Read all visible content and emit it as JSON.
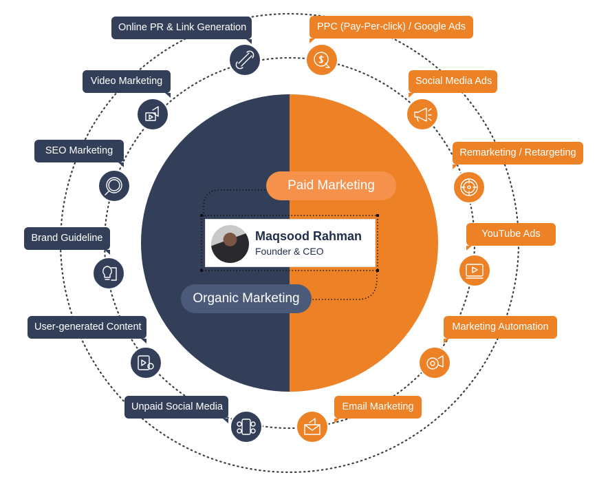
{
  "colors": {
    "navy": "#333f58",
    "orange": "#ec8126",
    "paid_pill": "#f6914b",
    "organic_pill": "#4a5a78"
  },
  "center": {
    "name": "Maqsood Rahman",
    "role": "Founder & CEO",
    "paid_label": "Paid Marketing",
    "organic_label": "Organic Marketing"
  },
  "organic": [
    {
      "label": "Online PR & Link Generation",
      "icon": "link-icon"
    },
    {
      "label": "Video Marketing",
      "icon": "video-megaphone-icon"
    },
    {
      "label": "SEO Marketing",
      "icon": "seo-magnifier-icon"
    },
    {
      "label": "Brand Guideline",
      "icon": "lightbulb-document-icon"
    },
    {
      "label": "User-generated Content",
      "icon": "content-tablet-icon"
    },
    {
      "label": "Unpaid Social Media",
      "icon": "smartphone-social-icon"
    }
  ],
  "paid": [
    {
      "label": "PPC (Pay-Per-click) / Google Ads",
      "icon": "dollar-click-icon"
    },
    {
      "label": "Social Media Ads",
      "icon": "megaphone-icon"
    },
    {
      "label": "Remarketing / Retargeting",
      "icon": "target-icon"
    },
    {
      "label": "YouTube Ads",
      "icon": "video-player-icon"
    },
    {
      "label": "Marketing Automation",
      "icon": "gear-megaphone-icon"
    },
    {
      "label": "Email Marketing",
      "icon": "email-megaphone-icon"
    }
  ]
}
